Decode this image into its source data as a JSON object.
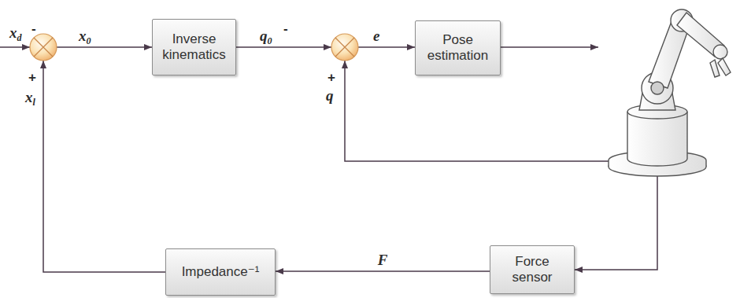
{
  "diagram": {
    "nodes": [
      {
        "text": [
          "Inverse kinematics"
        ]
      },
      {
        "text": [
          "Pose estimation"
        ]
      },
      {
        "text": [
          "Force sensor"
        ]
      },
      {
        "text": [
          "Impedance⁻¹"
        ]
      }
    ],
    "edges": [
      {
        "from": 2,
        "to": 3,
        "label": "F",
        "arrow": "to"
      }
    ],
    "labels": [
      "xd",
      "-",
      "x0",
      "+",
      "xl",
      "q0",
      "-",
      "e",
      "+",
      "q"
    ]
  }
}
